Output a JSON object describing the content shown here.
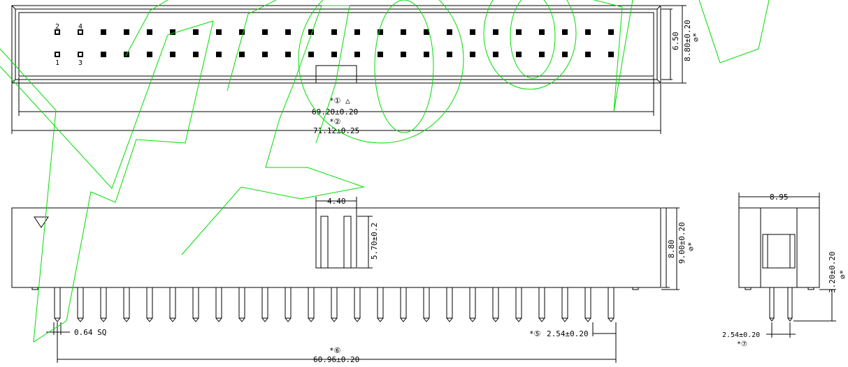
{
  "top_view": {
    "pin_labels": {
      "p2": "2",
      "p4": "4",
      "p1": "1",
      "p3": "3"
    },
    "dim_inner_width": "69.20±0.20",
    "dim_inner_marker": "*① △",
    "dim_outer_width": "71.12±0.25",
    "dim_outer_marker": "*②",
    "dim_depth": "6.50",
    "dim_height": "8.80±0.20",
    "dim_height_marker": "⊘*"
  },
  "front_view": {
    "dim_slot_width": "4.40",
    "dim_slot_height": "5.70±0.2",
    "dim_body_height": "8.80",
    "dim_total_height": "9.00±0.20",
    "dim_total_marker": "⊘*",
    "dim_pin_size": "0.64 SQ",
    "dim_pitch": "2.54±0.20",
    "dim_pitch_marker": "*⑤",
    "dim_pin_span": "60.96±0.20",
    "dim_pin_span_marker": "*⑥"
  },
  "side_view": {
    "dim_width": "8.95",
    "dim_tail": "3.20±0.20",
    "dim_tail_marker": "⊘*",
    "dim_row_pitch": "2.54±0.20",
    "dim_row_marker": "*⑦"
  },
  "colors": {
    "line": "#000000",
    "watermark": "#00dd00"
  }
}
